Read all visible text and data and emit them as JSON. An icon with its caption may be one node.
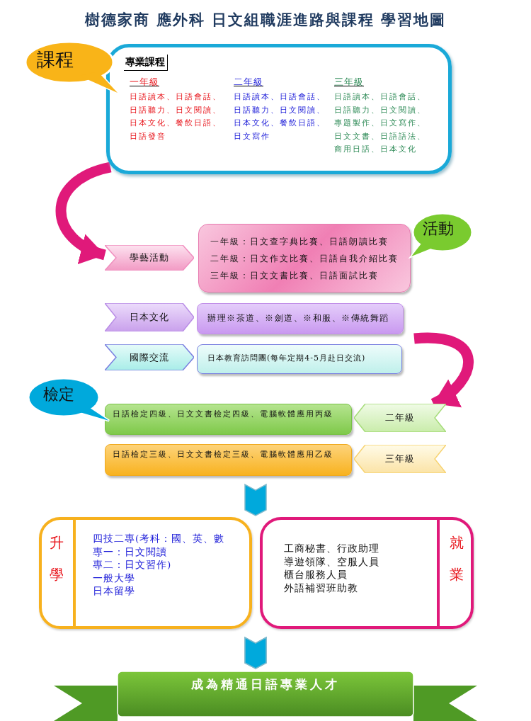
{
  "diagram": {
    "title": "樹德家商 應外科 日文組職涯進路與課程 學習地圖",
    "nodes": [
      {
        "text": [
          "課程"
        ]
      },
      {
        "text": [
          "專業課程",
          "一年級",
          "日語讀本、日語會話、日語聽力、日文閱讀、日本文化、餐飲日語、日語發音",
          "二年級",
          "日語讀本、日語會話、日語聽力、日文閱讀、日本文化、餐飲日語、日文寫作",
          "三年級",
          "日語讀本、日語會話、日語聽力、日文閱讀、專題製作、日文寫作、日文文書、日語語法、商用日語、日本文化"
        ]
      },
      {
        "text": [
          "學藝活動"
        ]
      },
      {
        "text": [
          "一年級：日文查字典比賽、日語朗讀比賽",
          "二年級：日文作文比賽、日語自我介紹比賽",
          "三年級：日文文書比賽、日語面試比賽"
        ]
      },
      {
        "text": [
          "活動"
        ]
      },
      {
        "text": [
          "日本文化"
        ]
      },
      {
        "text": [
          "辦理※茶道、※劍道、※和服、※傳統舞蹈"
        ]
      },
      {
        "text": [
          "國際交流"
        ]
      },
      {
        "text": [
          "日本教育訪問團(每年定期4-5月赴日交流)"
        ]
      },
      {
        "text": [
          "檢定"
        ]
      },
      {
        "text": [
          "日語檢定四級、日文文書檢定四級、電腦軟體應用丙級"
        ]
      },
      {
        "text": [
          "二年級"
        ]
      },
      {
        "text": [
          "日語檢定三級、日文文書檢定三級、電腦軟體應用乙級"
        ]
      },
      {
        "text": [
          "三年級"
        ]
      },
      {
        "text": [
          "升學",
          "四技二專(考科：國、英、數",
          "專一：日文閱讀",
          "專二：日文習作)",
          "一般大學",
          "日本留學"
        ]
      },
      {
        "text": [
          "就業",
          "工商秘書、行政助理",
          "導遊領隊、空服人員",
          "櫃台服務人員",
          "外語補習班助教"
        ]
      },
      {
        "text": [
          "成為精通日語專業人才"
        ]
      }
    ],
    "edges": [
      {
        "from": 1,
        "to": 2,
        "arrow": "to"
      },
      {
        "from": null,
        "to": 11,
        "arrow": "to"
      },
      {
        "from": 12,
        "to": 14,
        "arrow": "to"
      },
      {
        "from": 12,
        "to": 15,
        "arrow": "to"
      },
      {
        "from": 14,
        "to": 16,
        "arrow": "to"
      },
      {
        "from": 15,
        "to": 16,
        "arrow": "to"
      }
    ]
  }
}
